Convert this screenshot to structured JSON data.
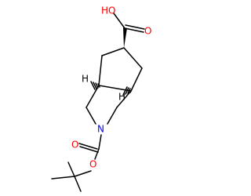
{
  "molecule": {
    "atom_labels": {
      "carboxyl_oh": "HO",
      "carboxyl_o": "O",
      "ring_nitrogen": "N",
      "carbamate_carbonyl_o": "O",
      "carbamate_ester_o": "O",
      "h_left": "H",
      "h_right": "H"
    },
    "colors": {
      "bond": "#000000",
      "oxygen": "#ff0000",
      "nitrogen": "#0000ff",
      "hydrogen": "#000000"
    }
  }
}
